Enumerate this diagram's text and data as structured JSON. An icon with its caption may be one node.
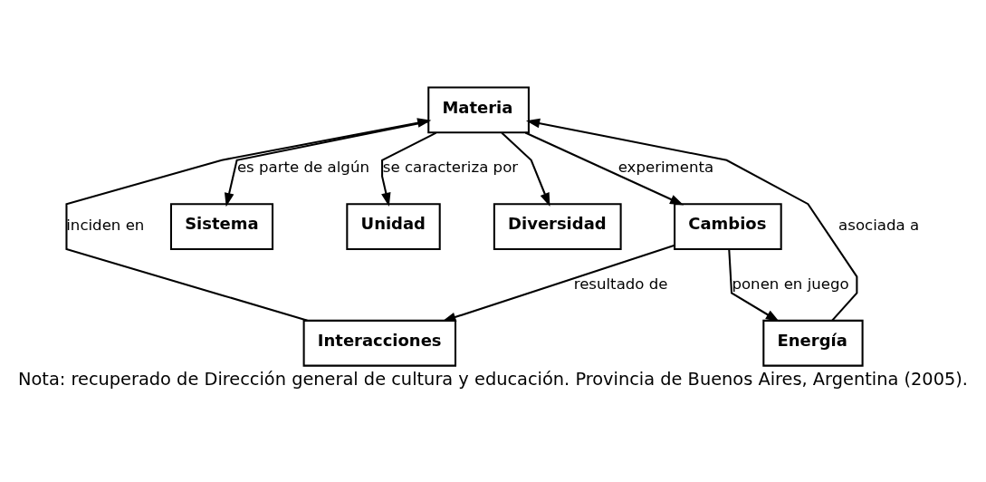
{
  "diagram": {
    "caption": "Nota: recuperado de Dirección general de cultura y educación. Provincia de Buenos Aires, Argentina (2005).",
    "nodes": [
      {
        "text": [
          "Sistema"
        ]
      },
      {
        "text": [
          "Interacciones"
        ]
      },
      {
        "text": [
          "Materia"
        ]
      },
      {
        "text": [
          "Unidad"
        ]
      },
      {
        "text": [
          "Diversidad"
        ]
      },
      {
        "text": [
          "Cambios"
        ]
      },
      {
        "text": [
          "Energía"
        ]
      }
    ],
    "edges": [
      {
        "from": 2,
        "to": 0,
        "arrow": "to",
        "label": "es parte de algún"
      },
      {
        "from": 1,
        "to": 2,
        "arrow": "to",
        "label": "inciden en"
      },
      {
        "from": 2,
        "to": 3,
        "arrow": "to",
        "label": "se caracteriza por"
      },
      {
        "from": 2,
        "to": 4,
        "arrow": "to"
      },
      {
        "from": 2,
        "to": 5,
        "arrow": "to",
        "label": "experimenta"
      },
      {
        "from": 5,
        "to": 1,
        "arrow": "to",
        "label": "resultado de"
      },
      {
        "from": 5,
        "to": 6,
        "arrow": "to",
        "label": "ponen en juego"
      },
      {
        "from": 6,
        "to": 2,
        "arrow": "to",
        "label": "asociada a"
      }
    ]
  }
}
